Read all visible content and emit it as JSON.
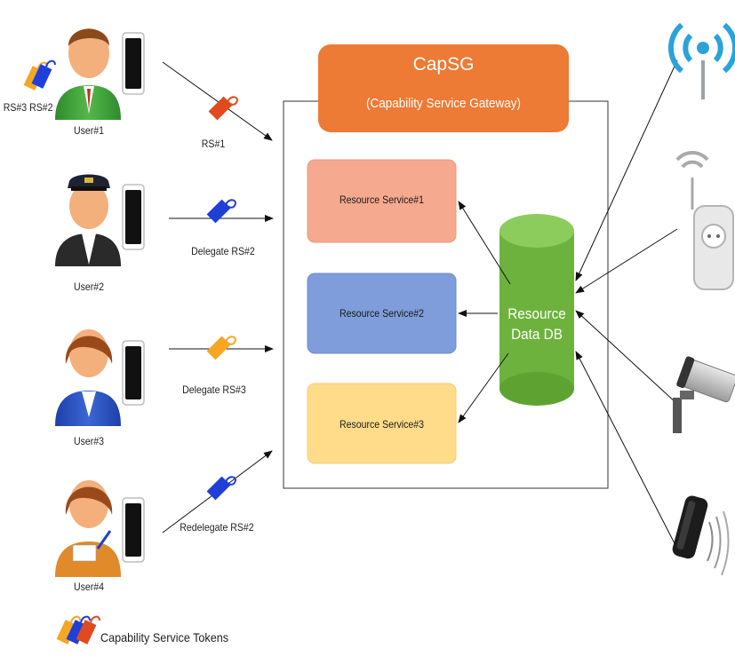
{
  "gateway": {
    "title": "CapSG",
    "subtitle": "(Capability Service Gateway)"
  },
  "services": [
    {
      "label": "Resource Service#1",
      "color": "#f5a98f"
    },
    {
      "label": "Resource Service#2",
      "color": "#7f9ddb"
    },
    {
      "label": "Resource Service#3",
      "color": "#ffdc8a"
    }
  ],
  "database": {
    "line1": "Resource",
    "line2": "Data DB",
    "color": "#6db23d"
  },
  "users": [
    {
      "label": "User#1",
      "token_label": "RS#1",
      "token_color": "#e04a1f"
    },
    {
      "label": "User#2",
      "token_label": "Delegate RS#2",
      "token_color": "#1f3fd8"
    },
    {
      "label": "User#3",
      "token_label": "Delegate RS#3",
      "token_color": "#f5a623"
    },
    {
      "label": "User#4",
      "token_label": "Redelegate RS#2",
      "token_color": "#1f3fd8"
    }
  ],
  "user1_held_tokens": "RS#3 RS#2",
  "legend": {
    "label": "Capability Service Tokens"
  },
  "devices": [
    {
      "icon": "wifi-antenna-icon"
    },
    {
      "icon": "smart-plug-icon"
    },
    {
      "icon": "security-camera-icon"
    },
    {
      "icon": "motion-sensor-icon"
    }
  ],
  "colors": {
    "gateway": "#ed7a35",
    "accent_blue": "#2aa3d9"
  }
}
